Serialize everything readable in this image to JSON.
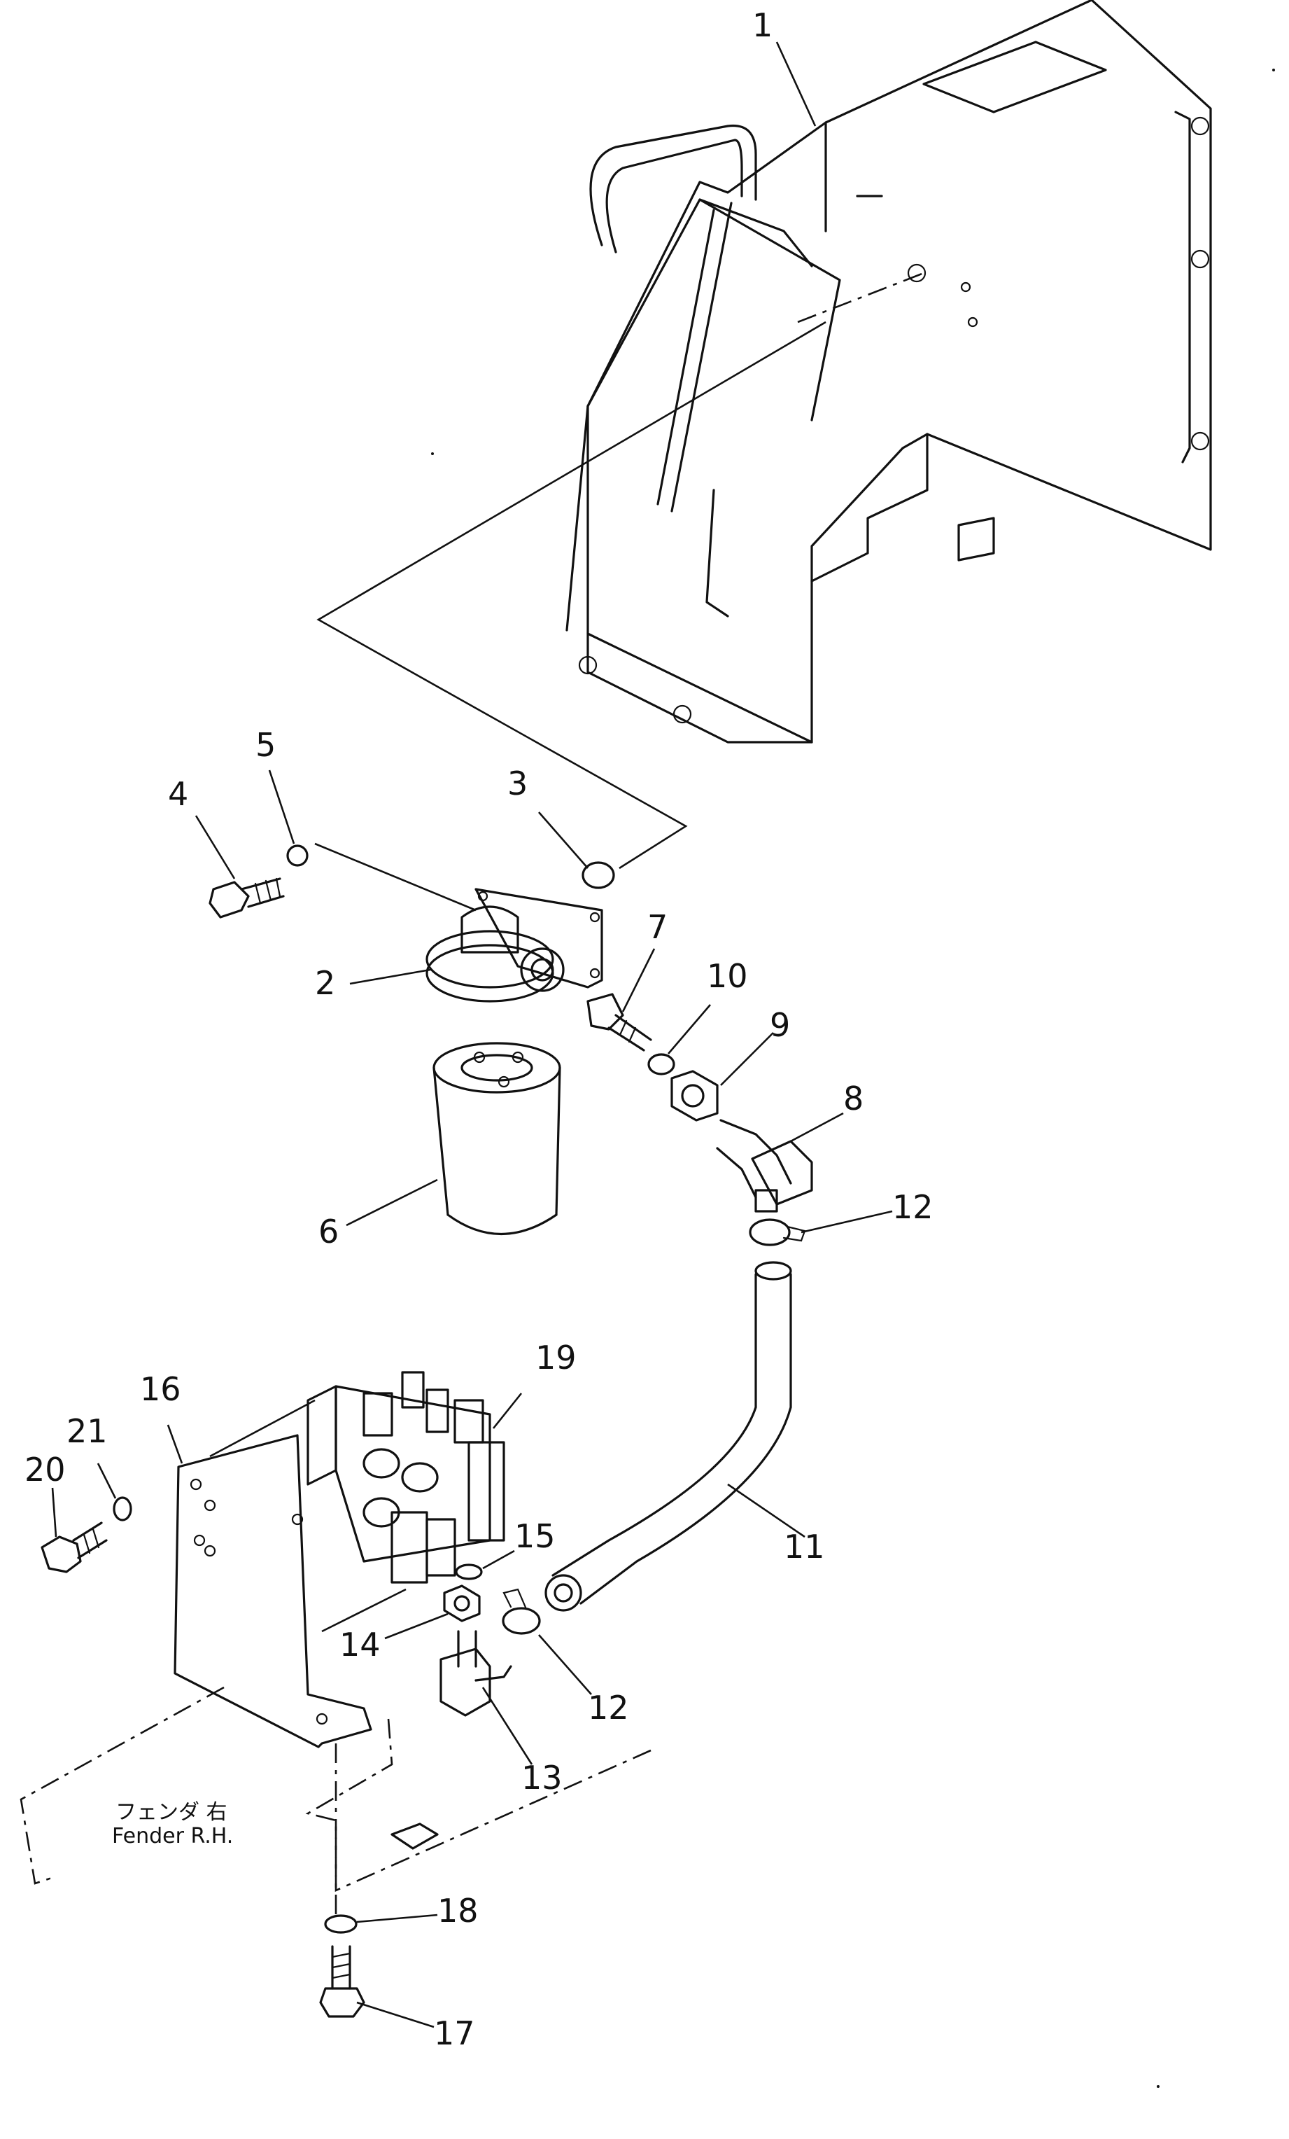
{
  "callouts": [
    {
      "id": "1",
      "label": "1"
    },
    {
      "id": "2",
      "label": "2"
    },
    {
      "id": "3",
      "label": "3"
    },
    {
      "id": "4",
      "label": "4"
    },
    {
      "id": "5",
      "label": "5"
    },
    {
      "id": "6",
      "label": "6"
    },
    {
      "id": "7",
      "label": "7"
    },
    {
      "id": "8",
      "label": "8"
    },
    {
      "id": "9",
      "label": "9"
    },
    {
      "id": "10",
      "label": "10"
    },
    {
      "id": "11",
      "label": "11"
    },
    {
      "id": "12a",
      "label": "12"
    },
    {
      "id": "12b",
      "label": "12"
    },
    {
      "id": "13",
      "label": "13"
    },
    {
      "id": "14",
      "label": "14"
    },
    {
      "id": "15",
      "label": "15"
    },
    {
      "id": "16",
      "label": "16"
    },
    {
      "id": "17",
      "label": "17"
    },
    {
      "id": "18",
      "label": "18"
    },
    {
      "id": "19",
      "label": "19"
    },
    {
      "id": "20",
      "label": "20"
    },
    {
      "id": "21",
      "label": "21"
    }
  ],
  "fender_note": {
    "japanese": "フェンダ 右",
    "english": "Fender R.H."
  }
}
